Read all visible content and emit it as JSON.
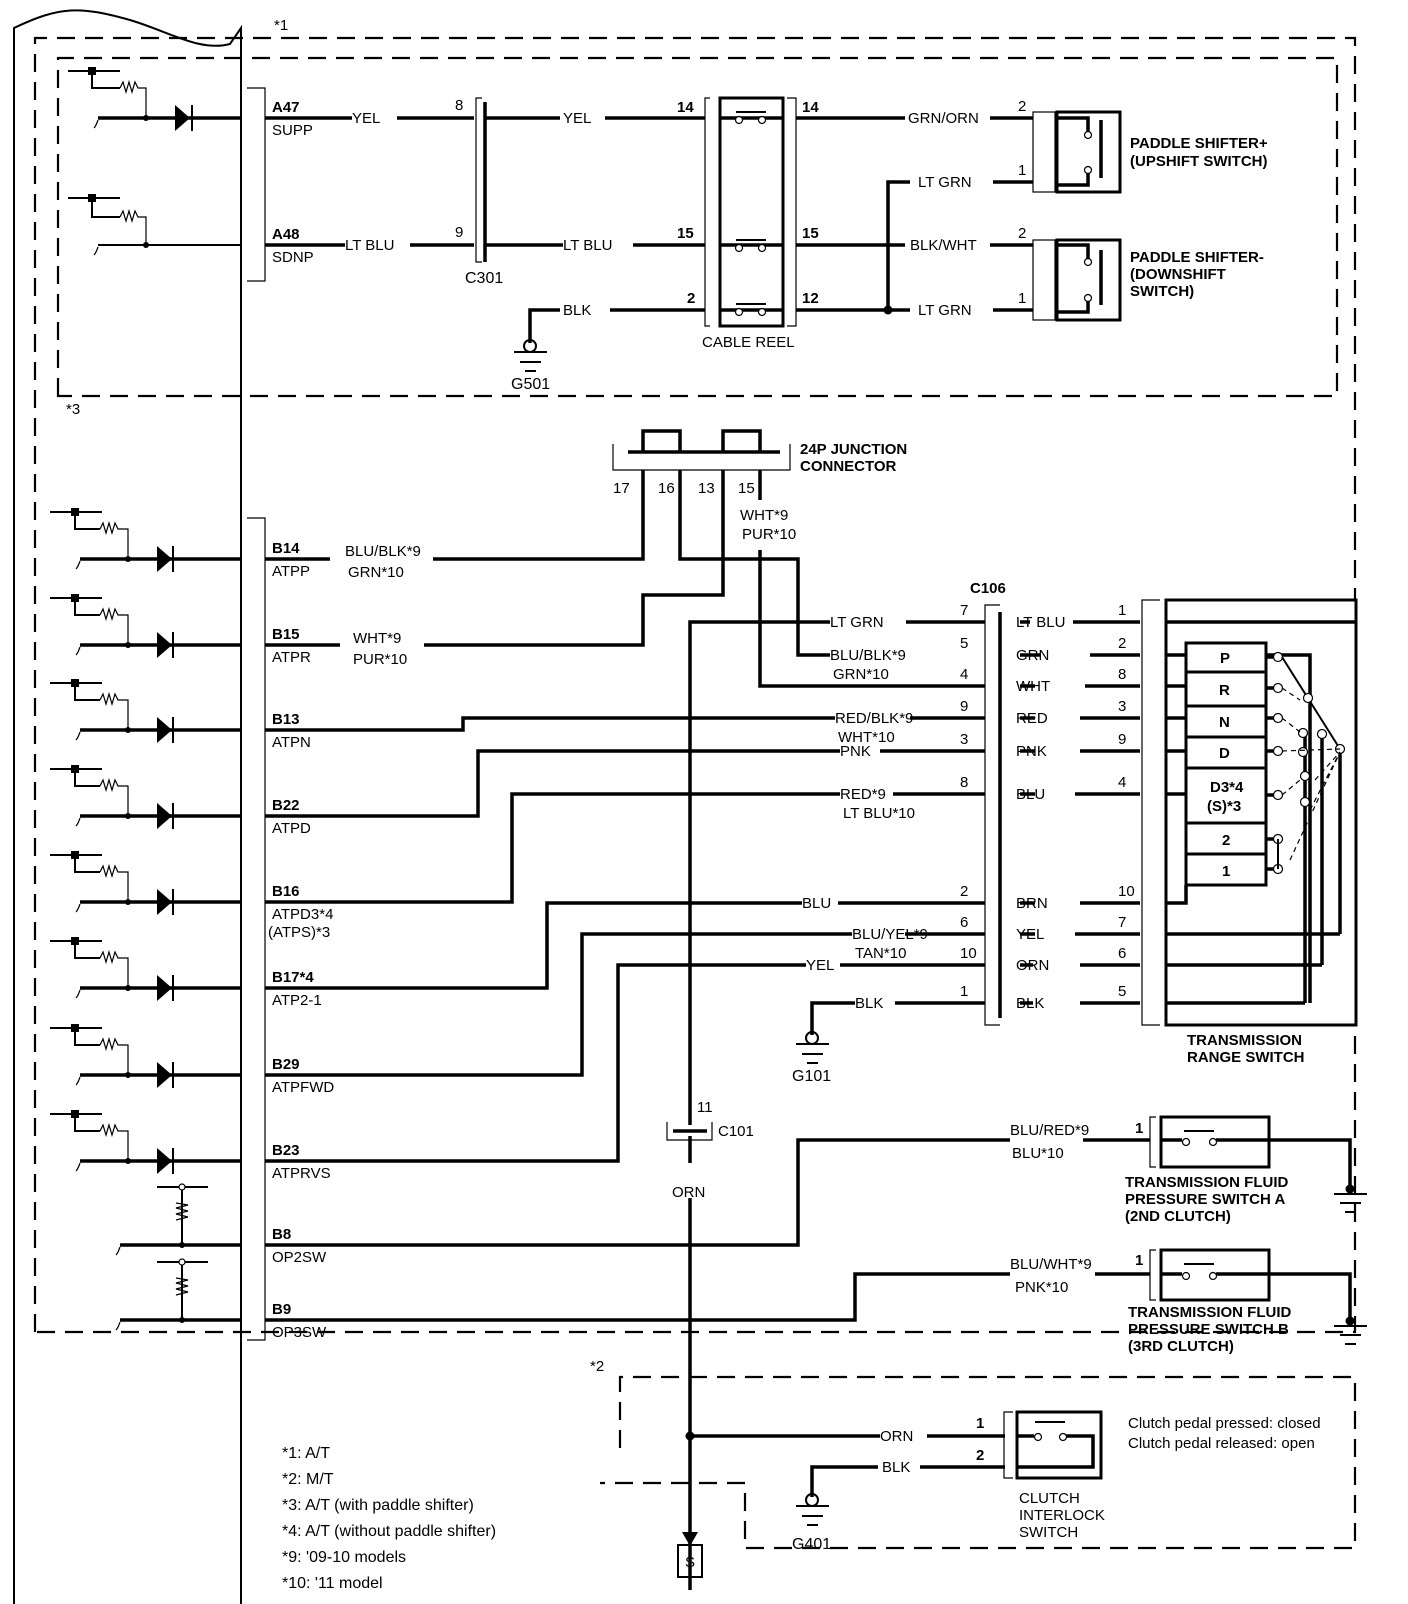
{
  "diagram": {
    "title": "A/T Gear Position Switch / Paddle Shifter Circuit",
    "variant_labels": {
      "v1": "*1",
      "v2": "*2",
      "v3": "*3"
    },
    "ecm_pins": [
      {
        "pin": "A47",
        "name": "SUPP"
      },
      {
        "pin": "A48",
        "name": "SDNP"
      },
      {
        "pin": "B14",
        "name": "ATPP"
      },
      {
        "pin": "B15",
        "name": "ATPR"
      },
      {
        "pin": "B13",
        "name": "ATPN"
      },
      {
        "pin": "B22",
        "name": "ATPD"
      },
      {
        "pin": "B16",
        "name": "ATPD3*4",
        "name2": "(ATPS)*3"
      },
      {
        "pin": "B17*4",
        "name": "ATP2-1"
      },
      {
        "pin": "B29",
        "name": "ATPFWD"
      },
      {
        "pin": "B23",
        "name": "ATPRVS"
      },
      {
        "pin": "B8",
        "name": "OP2SW"
      },
      {
        "pin": "B9",
        "name": "OP3SW"
      }
    ],
    "paddle_section": {
      "wires": {
        "a47_color": "YEL",
        "a48_color": "LT BLU",
        "c301_8_out": "YEL",
        "c301_9_out": "LT BLU",
        "g501_color": "BLK",
        "reel_14_out": "GRN/ORN",
        "reel_15_out": "BLK/WHT",
        "reel_12_out": "LT GRN",
        "up_pin1": "LT GRN"
      },
      "c301": {
        "label": "C301",
        "pin_a": "8",
        "pin_b": "9"
      },
      "cable_reel": {
        "label": "CABLE REEL",
        "in_pins": [
          "14",
          "15",
          "2"
        ],
        "out_pins": [
          "14",
          "15",
          "12"
        ]
      },
      "ground": "G501",
      "up_switch": {
        "label1": "PADDLE SHIFTER+",
        "label2": "(UPSHIFT SWITCH)",
        "pin2": "2",
        "pin1": "1"
      },
      "down_switch": {
        "label1": "PADDLE SHIFTER-",
        "label2": "(DOWNSHIFT",
        "label3": "SWITCH)",
        "pin2": "2",
        "pin1": "1"
      }
    },
    "junction": {
      "label1": "24P JUNCTION",
      "label2": "CONNECTOR",
      "pins": [
        "17",
        "16",
        "13",
        "15"
      ],
      "pin15_color1": "WHT*9",
      "pin15_color2": "PUR*10"
    },
    "ecm_wire_colors": {
      "b14_1": "BLU/BLK*9",
      "b14_2": "GRN*10",
      "b15_1": "WHT*9",
      "b15_2": "PUR*10"
    },
    "c106": {
      "label": "C106",
      "left": [
        {
          "color": "LT GRN",
          "pin": "7"
        },
        {
          "color": "BLU/BLK*9",
          "color2": "GRN*10",
          "pin": "5"
        },
        {
          "color": "",
          "pin": "4"
        },
        {
          "color": "RED/BLK*9",
          "color2": "WHT*10",
          "pin": "9"
        },
        {
          "color": "PNK",
          "pin": "3"
        },
        {
          "color": "RED*9",
          "color2": "LT BLU*10",
          "pin": "8"
        },
        {
          "color": "BLU",
          "pin": "2"
        },
        {
          "color": "BLU/YEL*9",
          "color2": "TAN*10",
          "pin": "6"
        },
        {
          "color": "YEL",
          "pin": "10"
        },
        {
          "color": "BLK",
          "pin": "1"
        }
      ],
      "right": [
        {
          "color": "LT BLU",
          "pin": "1"
        },
        {
          "color": "GRN",
          "pin": "2"
        },
        {
          "color": "WHT",
          "pin": "8"
        },
        {
          "color": "RED",
          "pin": "3"
        },
        {
          "color": "PNK",
          "pin": "9"
        },
        {
          "color": "BLU",
          "pin": "4"
        },
        {
          "color": "BRN",
          "pin": "10"
        },
        {
          "color": "YEL",
          "pin": "7"
        },
        {
          "color": "ORN",
          "pin": "6"
        },
        {
          "color": "BLK",
          "pin": "5"
        }
      ]
    },
    "ground_g101": "G101",
    "range_switch": {
      "label1": "TRANSMISSION",
      "label2": "RANGE SWITCH",
      "positions": [
        "P",
        "R",
        "N",
        "D",
        "D3*4",
        "(S)*3",
        "2",
        "1"
      ]
    },
    "c101": {
      "label": "C101",
      "pin": "11",
      "color": "ORN"
    },
    "pressure_a": {
      "color1": "BLU/RED*9",
      "color2": "BLU*10",
      "pin": "1",
      "label1": "TRANSMISSION FLUID",
      "label2": "PRESSURE SWITCH A",
      "label3": "(2ND CLUTCH)"
    },
    "pressure_b": {
      "color1": "BLU/WHT*9",
      "color2": "PNK*10",
      "pin": "1",
      "label1": "TRANSMISSION FLUID",
      "label2": "PRESSURE SWITCH B",
      "label3": "(3RD CLUTCH)"
    },
    "clutch": {
      "orn": "ORN",
      "blk": "BLK",
      "pin1": "1",
      "pin2": "2",
      "ground": "G401",
      "label1": "CLUTCH",
      "label2": "INTERLOCK",
      "label3": "SWITCH",
      "note1": "Clutch pedal pressed: closed",
      "note2": "Clutch pedal released: open"
    },
    "terminal_s": "S",
    "legend": [
      "*1: A/T",
      "*2: M/T",
      "*3: A/T (with paddle shifter)",
      "*4: A/T (without paddle shifter)",
      "*9: '09-10 models",
      "*10: '11 model"
    ]
  }
}
